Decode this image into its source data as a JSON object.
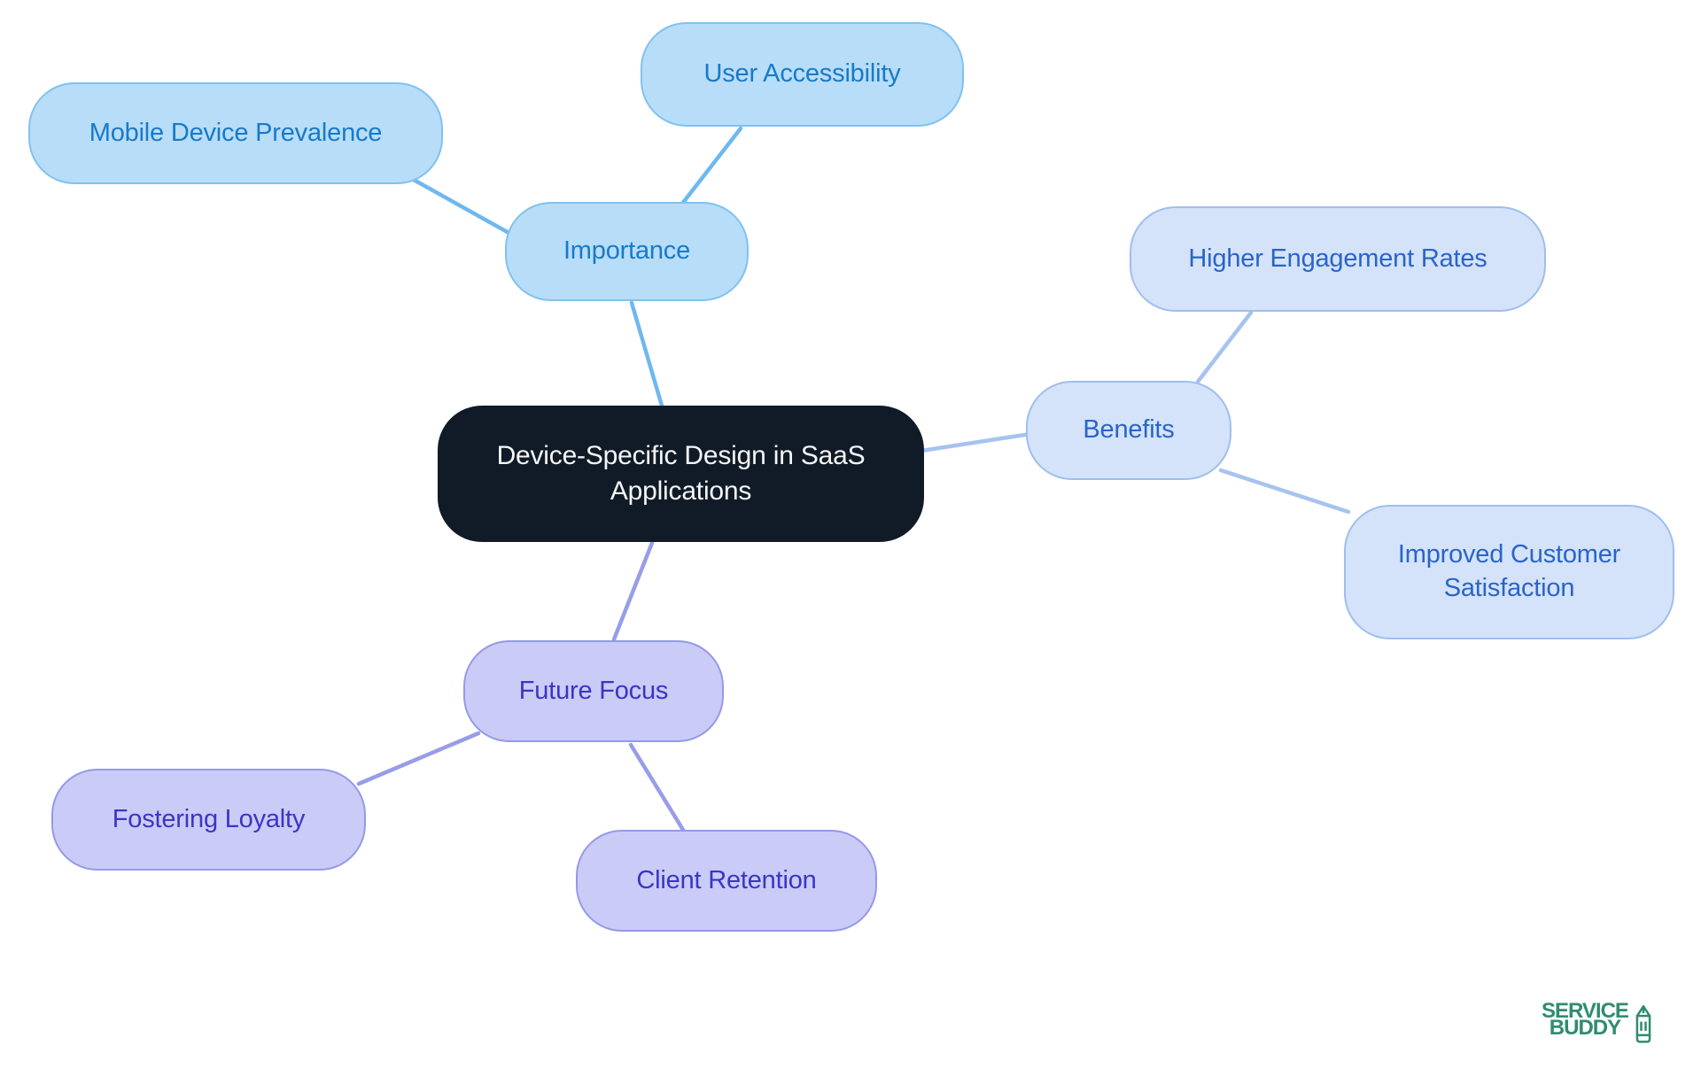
{
  "page": {
    "background_color": "#ffffff",
    "kind": "mind map infographic"
  },
  "mindmap": {
    "center": {
      "label": "Device-Specific Design in SaaS Applications",
      "fill": "#111b27",
      "text_color": "#f4f6f8"
    },
    "branches": [
      {
        "id": "importance",
        "label": "Importance",
        "fill": "#b8ddf9",
        "border": "#7fc2f1",
        "text_color": "#187ac8",
        "edge_color": "#6fb8ef",
        "children": [
          {
            "label": "Mobile Device Prevalence"
          },
          {
            "label": "User Accessibility"
          }
        ]
      },
      {
        "id": "benefits",
        "label": "Benefits",
        "fill": "#d4e3f9",
        "border": "#9fbeee",
        "text_color": "#2a64c8",
        "edge_color": "#a6c3f0",
        "children": [
          {
            "label": "Higher Engagement Rates"
          },
          {
            "label": "Improved Customer Satisfaction"
          }
        ]
      },
      {
        "id": "future_focus",
        "label": "Future Focus",
        "fill": "#cacbf7",
        "border": "#9499e8",
        "text_color": "#3b35c4",
        "edge_color": "#989de9",
        "children": [
          {
            "label": "Fostering Loyalty"
          },
          {
            "label": "Client Retention"
          }
        ]
      }
    ]
  },
  "logo": {
    "line1": "SERVICE",
    "line2": "BUDDY",
    "color": "#2f8c70",
    "icon": "pencil-icon"
  }
}
